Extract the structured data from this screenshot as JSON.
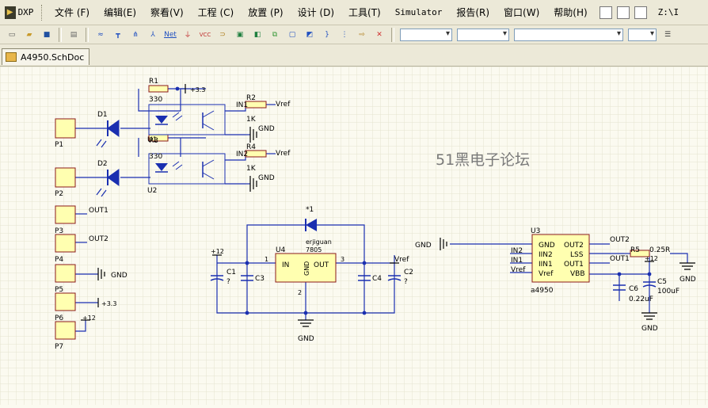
{
  "menubar": {
    "logo": "DXP",
    "items": [
      "文件 (F)",
      "编辑(E)",
      "察看(V)",
      "工程 (C)",
      "放置 (P)",
      "设计 (D)",
      "工具(T)",
      "Simulator",
      "报告(R)",
      "窗口(W)",
      "帮助(H)"
    ],
    "right_text": "Z:\\I"
  },
  "toolbar": {
    "icons": [
      "new-icon",
      "open-icon",
      "save-icon",
      "print-icon",
      "wire-icon",
      "bus-icon",
      "bus-entry-icon",
      "net-label-icon",
      "power-gnd-icon",
      "power-vcc-icon",
      "part-icon",
      "sheet-symbol-icon",
      "sheet-entry-icon",
      "port-icon",
      "directive-icon",
      "harness-icon",
      "probe-icon",
      "no-erc-icon"
    ],
    "net_label_text": "Net",
    "vcc_text": "VCC"
  },
  "document_tab": {
    "label": "A4950.SchDoc"
  },
  "watermark": "51黑电子论坛",
  "colors": {
    "wire": "#1a2fb0",
    "part_body": "#ffffb0",
    "part_outline": "#8b1a1a",
    "text": "#000000",
    "grid": "#e6e4cf"
  },
  "labels": {
    "p1": "P1",
    "p2": "P2",
    "p3": "P3",
    "p4": "P4",
    "p5": "P5",
    "p6": "P6",
    "p7": "P7",
    "d1": "D1",
    "d2": "D2",
    "r1": "R1",
    "r1v": "330",
    "r3": "R3",
    "r3v": "330",
    "r2": "R2",
    "r2v": "1K",
    "r4": "R4",
    "r4v": "1K",
    "u1": "U1",
    "u2": "U2",
    "vcc33a": "+3.3",
    "vcc33b": "+3.3",
    "in1a": "IN1",
    "in1b": "IN2",
    "vref1": "Vref",
    "vref2": "Vref",
    "gnd1": "GND",
    "gnd2": "GND",
    "out1": "OUT1",
    "out2": "OUT2",
    "gnd_p5": "GND",
    "p12": "+12",
    "u4": "U4",
    "u4v": "7805",
    "u4in": "IN",
    "u4out": "OUT",
    "u4gnd": "GND",
    "pin1": "1",
    "pin2": "2",
    "pin3": "3",
    "erjiguan": "erjiguan",
    "d_star": "*1",
    "c1": "C1",
    "c2": "C2",
    "c3": "C3",
    "c4": "C4",
    "q1": "?",
    "q2": "?",
    "v12a": "+12",
    "vref3": "Vref",
    "gnd_reg": "GND",
    "u3": "U3",
    "u3name": "a4950",
    "u3l1": "GND",
    "u3l2": "IIN2",
    "u3l3": "IIN1",
    "u3l4": "Vref",
    "u3r1": "OUT2",
    "u3r2": "LSS",
    "u3r3": "OUT1",
    "u3r4": "VBB",
    "u3in2": "IN2",
    "u3in1": "IN1",
    "u3vref": "Vref",
    "u3gnd": "GND",
    "out2b": "OUT2",
    "out1b": "OUT1",
    "r5": "R5",
    "r5v": "0.25R",
    "v12b": "+12",
    "c5": "C5",
    "c5v": "100uF",
    "c6": "C6",
    "c6v": "0.22uF",
    "gnd_r": "GND",
    "gnd_c": "GND"
  }
}
